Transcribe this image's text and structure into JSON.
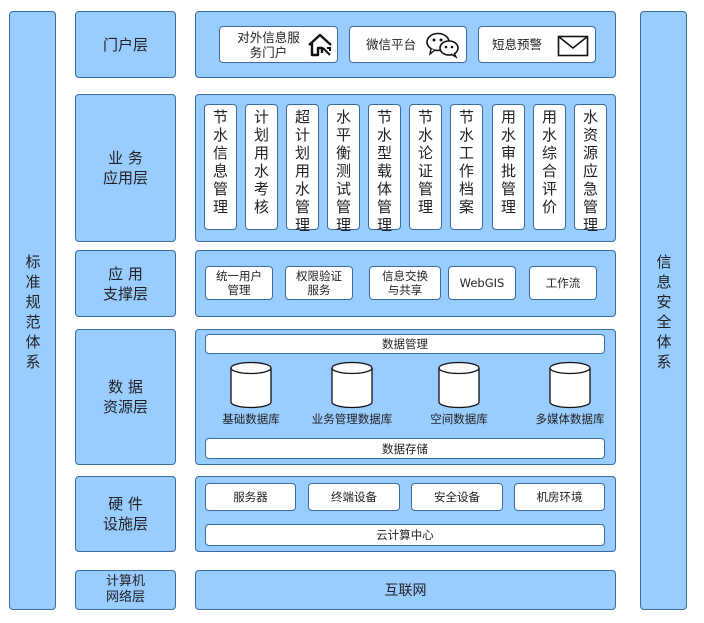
{
  "side_left": {
    "label": "标准规范体系"
  },
  "side_right": {
    "label": "信息安全体系"
  },
  "layers": {
    "portal": {
      "label": "门户层"
    },
    "business": {
      "label": "业  务\n应用层"
    },
    "support": {
      "label": "应  用\n支撑层"
    },
    "data": {
      "label": "数  据\n资源层"
    },
    "hardware": {
      "label": "硬  件\n设施层"
    },
    "network": {
      "label": "计算机\n网络层"
    }
  },
  "portal": {
    "items": [
      {
        "label": "对外信息服\n务门户",
        "icon": "home-icon"
      },
      {
        "label": "微信平台",
        "icon": "wechat-icon"
      },
      {
        "label": "短息预警",
        "icon": "mail-icon"
      }
    ]
  },
  "business": {
    "items": [
      "节水信息管理",
      "计划用水考核",
      "超计划用水管理",
      "水平衡测试管理",
      "节水型载体管理",
      "节水论证管理",
      "节水工作档案",
      "用水审批管理",
      "用水综合评价",
      "水资源应急管理"
    ]
  },
  "support": {
    "items": [
      "统一用户\n管理",
      "权限验证\n服务",
      "信息交换\n与共享",
      "WebGIS",
      "工作流"
    ]
  },
  "data": {
    "top_bar": "数据管理",
    "bottom_bar": "数据存储",
    "databases": [
      "基础数据库",
      "业务管理数据库",
      "空间数据库",
      "多媒体数据库"
    ]
  },
  "hardware": {
    "items": [
      "服务器",
      "终端设备",
      "安全设备",
      "机房环境"
    ],
    "bottom_bar": "云计算中心"
  },
  "network": {
    "item": "互联网"
  },
  "colors": {
    "panel": "#99ccff",
    "border": "#3a6c9c",
    "box": "#ffffff"
  }
}
